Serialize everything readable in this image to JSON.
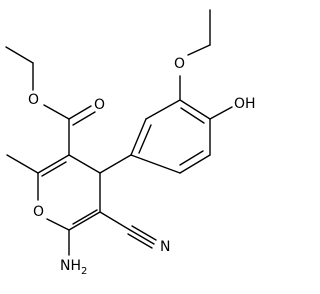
{
  "molecule": {
    "atom_labels": {
      "ester_carbonyl_o": "O",
      "ester_ether_o": "O",
      "ethoxy_o": "O",
      "hydroxyl": "OH",
      "ring_o": "O",
      "amino": "NH",
      "amino_subscript": "2",
      "nitrile_n": "N"
    }
  },
  "colors": {
    "bond": "#000000",
    "background": "#ffffff"
  }
}
